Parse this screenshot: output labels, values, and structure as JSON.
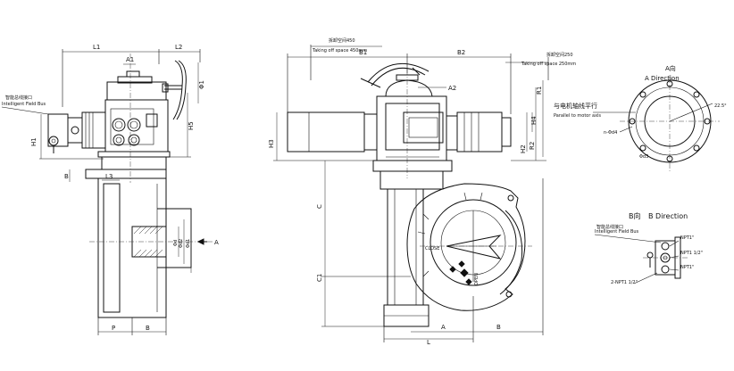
{
  "left_view": {
    "dims": {
      "l1": "L1",
      "l2": "L2",
      "a1": "A1",
      "d1": "Φ1",
      "h5": "H5",
      "h1": "H1",
      "l3": "L3",
      "b": "B",
      "p": "P",
      "phi_d": "Φd",
      "phi_d2": "Φd2",
      "phi_d1": "Φd1",
      "a": "A"
    },
    "fieldbus_cn": "智能总线接口",
    "fieldbus_en": "Intelligent Field Bus"
  },
  "center_view": {
    "takeoff_left_cn": "拆卸空间450",
    "takeoff_left_en": "Taking off space 450mm",
    "takeoff_right_cn": "拆卸空间250",
    "takeoff_right_en": "Taking off space 250mm",
    "dims": {
      "b1": "B1",
      "b2": "B2",
      "a2": "A2",
      "h3": "H3",
      "h2": "H2",
      "r2": "R2",
      "r1": "R1",
      "h4": "H4",
      "c": "C",
      "c1": "C1",
      "l": "L",
      "a": "A",
      "b": "B"
    },
    "dial_close": "CLOSE",
    "dial_open": "OPEN"
  },
  "a_direction": {
    "title_cn": "A向",
    "title_en": "A Direction",
    "parallel_cn": "与电机轴线平行",
    "parallel_en": "Parallel to motor axis",
    "holes": "n-Φd4",
    "phi_d3": "Φd3",
    "angle": "22.5°"
  },
  "b_direction": {
    "title_cn": "B向",
    "title_en": "B Direction",
    "fieldbus_cn": "智能总线接口",
    "fieldbus_en": "Intelligent Field Bus",
    "npt_top": "NPT1\"",
    "npt_mid": "NPT1 1/2\"",
    "npt_bot": "NPT1\"",
    "npt_left": "2-NPT1 1/2\""
  }
}
